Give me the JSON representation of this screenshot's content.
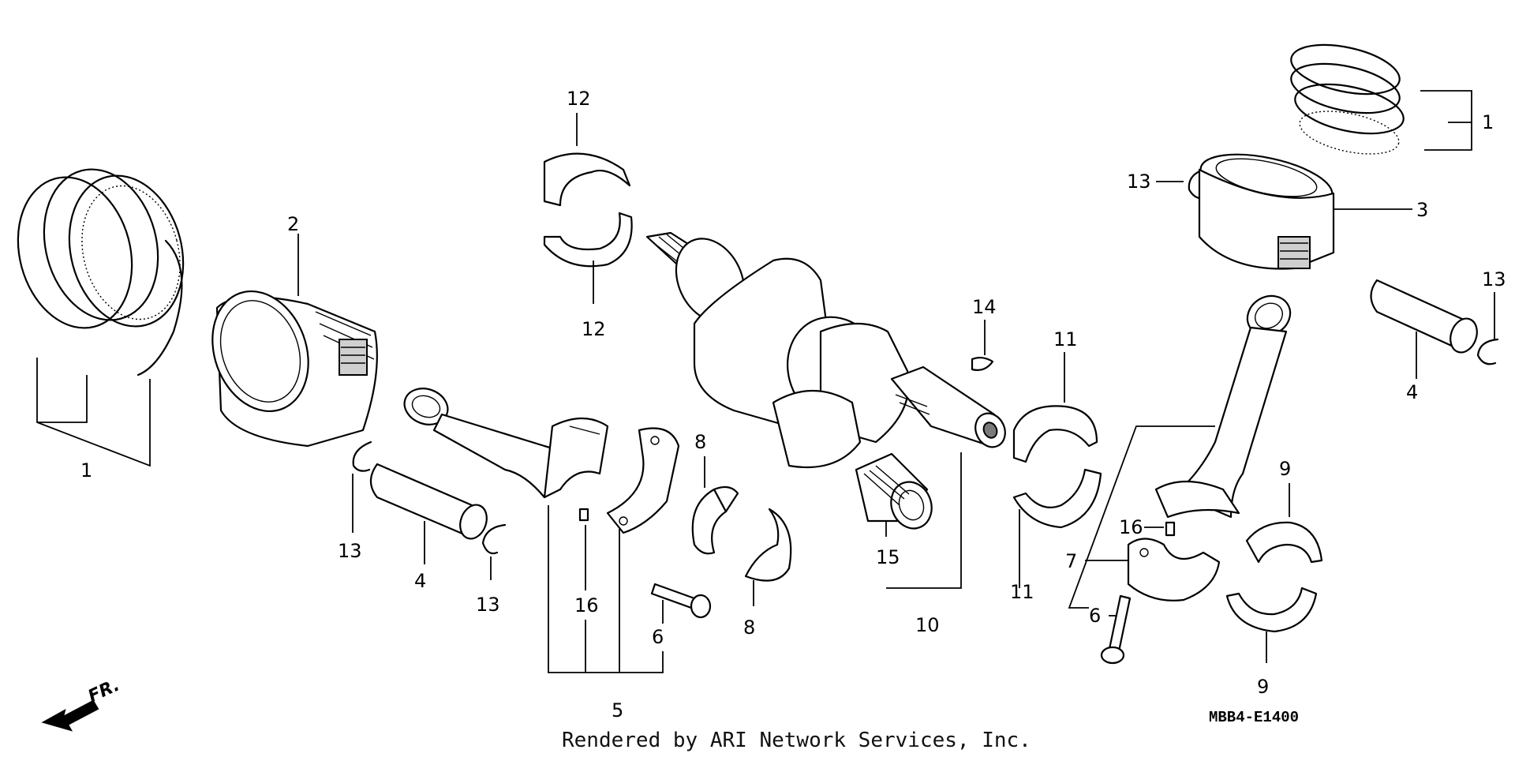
{
  "diagram": {
    "callouts": [
      "1",
      "2",
      "3",
      "4",
      "5",
      "6",
      "7",
      "8",
      "9",
      "10",
      "11",
      "12",
      "13",
      "14",
      "15",
      "16"
    ],
    "direction_label": "FR.",
    "diagram_code": "MBB4-E1400",
    "credit": "Rendered by ARI Network Services, Inc."
  },
  "colors": {
    "ink": "#000000",
    "background": "#ffffff",
    "shade": "#cfcfcf"
  }
}
